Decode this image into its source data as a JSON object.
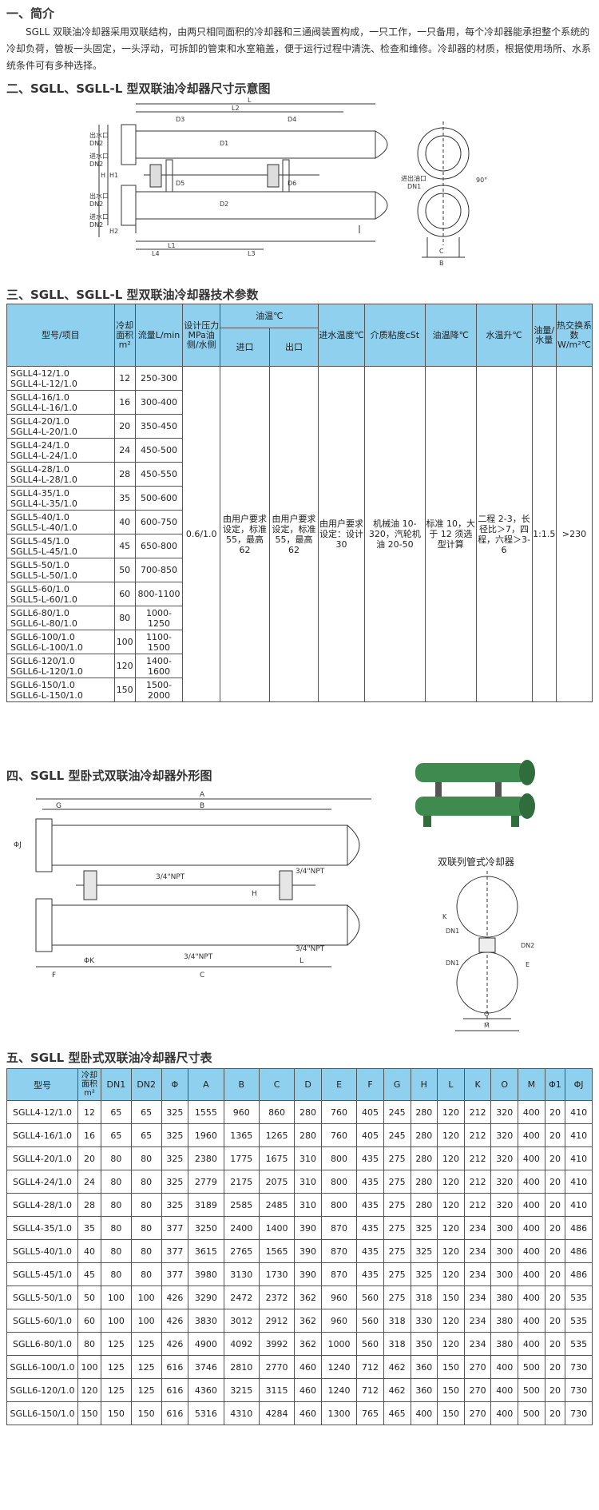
{
  "sec1": {
    "title": "一、简介",
    "text": "SGLL 双联油冷却器采用双联结构，由两只相同面积的冷却器和三通阀装置构成，一只工作，一只备用，每个冷却器能承担整个系统的冷却负荷，管板一头固定，一头浮动，可拆卸的管束和水室箱盖，便于运行过程中清洗、检查和维修。冷却器的材质，根据使用场所、水系统条件可有多种选择。"
  },
  "sec2": {
    "title": "二、SGLL、SGLL-L 型双联油冷却器尺寸示意图",
    "labels": [
      "出水口",
      "DN2",
      "进水口",
      "DN2",
      "出水口",
      "DN2",
      "进水口",
      "DN2",
      "进出油口",
      "DN1",
      "L",
      "L1",
      "L2",
      "L3",
      "L4",
      "H",
      "H1",
      "H2",
      "D1",
      "D2",
      "D3",
      "D4",
      "D5",
      "D6",
      "B",
      "C",
      "90°"
    ]
  },
  "sec3": {
    "title": "三、SGLL、SGLL-L 型双联油冷却器技术参数",
    "headers": {
      "model": "型号/项目",
      "area": "冷却面积m²",
      "flow": "流量L/min",
      "pressure": "设计压力MPa油侧/水侧",
      "oil_temp": "油温℃",
      "inlet": "进口",
      "outlet": "出口",
      "water_in": "进水温度℃",
      "viscosity": "介质粘度cSt",
      "oil_drop": "油温降℃",
      "water_rise": "水温升℃",
      "ratio": "油量/水量",
      "coef": "热交换系数W/m²℃"
    },
    "rows": [
      {
        "model": "SGLL4-12/1.0\nSGLL4-L-12/1.0",
        "area": "12",
        "flow": "250-300"
      },
      {
        "model": "SGLL4-16/1.0\nSGLL4-L-16/1.0",
        "area": "16",
        "flow": "300-400"
      },
      {
        "model": "SGLL4-20/1.0\nSGLL4-L-20/1.0",
        "area": "20",
        "flow": "350-450"
      },
      {
        "model": "SGLL4-24/1.0\nSGLL4-L-24/1.0",
        "area": "24",
        "flow": "450-500"
      },
      {
        "model": "SGLL4-28/1.0\nSGLL4-L-28/1.0",
        "area": "28",
        "flow": "450-550"
      },
      {
        "model": "SGLL4-35/1.0\nSGLL4-L-35/1.0",
        "area": "35",
        "flow": "500-600"
      },
      {
        "model": "SGLL5-40/1.0\nSGLL5-L-40/1.0",
        "area": "40",
        "flow": "600-750"
      },
      {
        "model": "SGLL5-45/1.0\nSGLL5-L-45/1.0",
        "area": "45",
        "flow": "650-800"
      },
      {
        "model": "SGLL5-50/1.0\nSGLL5-L-50/1.0",
        "area": "50",
        "flow": "700-850"
      },
      {
        "model": "SGLL5-60/1.0\nSGLL5-L-60/1.0",
        "area": "60",
        "flow": "800-1100"
      },
      {
        "model": "SGLL6-80/1.0\nSGLL6-L-80/1.0",
        "area": "80",
        "flow": "1000-1250"
      },
      {
        "model": "SGLL6-100/1.0\nSGLL6-L-100/1.0",
        "area": "100",
        "flow": "1100-1500"
      },
      {
        "model": "SGLL6-120/1.0\nSGLL6-L-120/1.0",
        "area": "120",
        "flow": "1400-1600"
      },
      {
        "model": "SGLL6-150/1.0\nSGLL6-L-150/1.0",
        "area": "150",
        "flow": "1500-2000"
      }
    ],
    "merged": {
      "pressure": "0.6/1.0",
      "inlet": "由用户要求设定，标准 55，最高 62",
      "outlet": "由用户要求设定，标准 55，最高 62",
      "water_in": "由用户要求设定：设计 30",
      "viscosity": "机械油 10-320，汽轮机油 20-50",
      "oil_drop": "标准 10，大于 12 须选型计算",
      "water_rise": "二程 2-3，长径比＞7，四程，六程＞3-6",
      "ratio": "1:1.5",
      "coef": ">230"
    }
  },
  "sec4": {
    "title": "四、SGLL 型卧式双联油冷却器外形图",
    "photo_caption": "双联列管式冷却器",
    "labels": [
      "A",
      "B",
      "C",
      "G",
      "F",
      "L",
      "H",
      "ΦJ",
      "ΦK",
      "3/4\"NPT",
      "3/4\"NPT",
      "3/4\"NPT",
      "3/4\"NPT",
      "DN1",
      "DN2",
      "DN1",
      "M",
      "O",
      "K",
      "E"
    ]
  },
  "sec5": {
    "title": "五、SGLL 型卧式双联油冷却器尺寸表",
    "headers": [
      "型号",
      "冷却面积m²",
      "DN1",
      "DN2",
      "Φ",
      "A",
      "B",
      "C",
      "D",
      "E",
      "F",
      "G",
      "H",
      "L",
      "K",
      "O",
      "M",
      "Φ1",
      "ΦJ"
    ],
    "rows": [
      [
        "SGLL4-12/1.0",
        "12",
        "65",
        "65",
        "325",
        "1555",
        "960",
        "860",
        "280",
        "760",
        "405",
        "245",
        "280",
        "120",
        "212",
        "320",
        "400",
        "20",
        "410"
      ],
      [
        "SGLL4-16/1.0",
        "16",
        "65",
        "65",
        "325",
        "1960",
        "1365",
        "1265",
        "280",
        "760",
        "405",
        "245",
        "280",
        "120",
        "212",
        "320",
        "400",
        "20",
        "410"
      ],
      [
        "SGLL4-20/1.0",
        "20",
        "80",
        "80",
        "325",
        "2380",
        "1775",
        "1675",
        "310",
        "800",
        "435",
        "275",
        "280",
        "120",
        "212",
        "320",
        "400",
        "20",
        "410"
      ],
      [
        "SGLL4-24/1.0",
        "24",
        "80",
        "80",
        "325",
        "2779",
        "2175",
        "2075",
        "310",
        "800",
        "435",
        "275",
        "280",
        "120",
        "212",
        "320",
        "400",
        "20",
        "410"
      ],
      [
        "SGLL4-28/1.0",
        "28",
        "80",
        "80",
        "325",
        "3189",
        "2585",
        "2485",
        "310",
        "800",
        "435",
        "275",
        "280",
        "120",
        "212",
        "320",
        "400",
        "20",
        "410"
      ],
      [
        "SGLL4-35/1.0",
        "35",
        "80",
        "80",
        "377",
        "3250",
        "2400",
        "1400",
        "390",
        "870",
        "435",
        "275",
        "325",
        "120",
        "234",
        "300",
        "400",
        "20",
        "486"
      ],
      [
        "SGLL5-40/1.0",
        "40",
        "80",
        "80",
        "377",
        "3615",
        "2765",
        "1565",
        "390",
        "870",
        "435",
        "275",
        "325",
        "120",
        "234",
        "300",
        "400",
        "20",
        "486"
      ],
      [
        "SGLL5-45/1.0",
        "45",
        "80",
        "80",
        "377",
        "3980",
        "3130",
        "1730",
        "390",
        "870",
        "435",
        "275",
        "325",
        "120",
        "234",
        "300",
        "400",
        "20",
        "486"
      ],
      [
        "SGLL5-50/1.0",
        "50",
        "100",
        "100",
        "426",
        "3290",
        "2472",
        "2372",
        "362",
        "960",
        "560",
        "275",
        "318",
        "150",
        "234",
        "380",
        "400",
        "20",
        "535"
      ],
      [
        "SGLL5-60/1.0",
        "60",
        "100",
        "100",
        "426",
        "3830",
        "3012",
        "2912",
        "362",
        "960",
        "560",
        "318",
        "330",
        "120",
        "234",
        "380",
        "400",
        "20",
        "535"
      ],
      [
        "SGLL6-80/1.0",
        "80",
        "125",
        "125",
        "426",
        "4900",
        "4092",
        "3992",
        "362",
        "1000",
        "560",
        "318",
        "350",
        "120",
        "234",
        "380",
        "400",
        "20",
        "535"
      ],
      [
        "SGLL6-100/1.0",
        "100",
        "125",
        "125",
        "616",
        "3746",
        "2810",
        "2770",
        "460",
        "1240",
        "712",
        "462",
        "360",
        "150",
        "270",
        "400",
        "500",
        "20",
        "730"
      ],
      [
        "SGLL6-120/1.0",
        "120",
        "125",
        "125",
        "616",
        "4360",
        "3215",
        "3115",
        "460",
        "1240",
        "712",
        "462",
        "360",
        "150",
        "270",
        "400",
        "500",
        "20",
        "730"
      ],
      [
        "SGLL6-150/1.0",
        "150",
        "150",
        "150",
        "616",
        "5316",
        "4310",
        "4284",
        "460",
        "1300",
        "765",
        "465",
        "400",
        "150",
        "270",
        "400",
        "500",
        "20",
        "730"
      ]
    ]
  },
  "colors": {
    "header_bg": "#8fd0ee",
    "pipe_green": "#3f8a4e"
  }
}
